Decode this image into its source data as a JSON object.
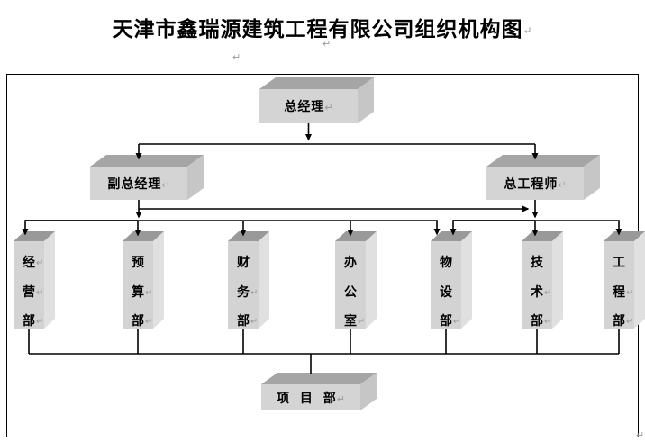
{
  "document": {
    "title": "天津市鑫瑞源建筑工程有限公司组织机构图"
  },
  "marks": {
    "pilcrow": "↵"
  },
  "colors": {
    "background": "#ffffff",
    "box_front": "#d4d4d4",
    "box_top": "#a0a0a0",
    "box_side": "#c9c9c9",
    "line": "#000000",
    "border": "#000000",
    "formatting_mark": "#9a9a9a",
    "text": "#000000"
  },
  "nodes": {
    "gm": {
      "label": "总经理"
    },
    "dgm": {
      "label": "副总经理"
    },
    "ce": {
      "label": "总工程师"
    },
    "dept_business": {
      "name": "经营部",
      "lines": [
        {
          "t": "经",
          "m": true
        },
        {
          "t": "营",
          "m": true
        },
        {
          "t": "部",
          "m": true
        }
      ]
    },
    "dept_budget": {
      "name": "预算部",
      "lines": [
        {
          "t": "预",
          "m": false
        },
        {
          "t": "算",
          "m": true
        },
        {
          "t": "部",
          "m": true
        }
      ]
    },
    "dept_finance": {
      "name": "财务部",
      "lines": [
        {
          "t": "财",
          "m": false
        },
        {
          "t": "务",
          "m": true
        },
        {
          "t": "部",
          "m": true
        }
      ]
    },
    "dept_office": {
      "name": "办公室",
      "lines": [
        {
          "t": "办",
          "m": false
        },
        {
          "t": "公",
          "m": false
        },
        {
          "t": "室",
          "m": true
        }
      ]
    },
    "dept_materials": {
      "name": "物设部",
      "lines": [
        {
          "t": "物",
          "m": false
        },
        {
          "t": "设",
          "m": false
        },
        {
          "t": "部",
          "m": true
        }
      ]
    },
    "dept_technology": {
      "name": "技术部",
      "lines": [
        {
          "t": "技",
          "m": false
        },
        {
          "t": "术",
          "m": true
        },
        {
          "t": "部",
          "m": true
        }
      ]
    },
    "dept_engineering": {
      "name": "工程部",
      "lines": [
        {
          "t": "工",
          "m": false
        },
        {
          "t": "程",
          "m": true
        },
        {
          "t": "部",
          "m": true
        }
      ]
    },
    "project": {
      "label": "项 目 部"
    }
  },
  "org_chart": {
    "type": "org-hierarchy",
    "root": "总经理",
    "level2": [
      "副总经理",
      "总工程师"
    ],
    "departments": [
      "经营部",
      "预算部",
      "财务部",
      "办公室",
      "物设部",
      "技术部",
      "工程部"
    ],
    "bottom": "项目部",
    "edges": [
      [
        "总经理",
        "副总经理"
      ],
      [
        "总经理",
        "总工程师"
      ],
      [
        "副总经理",
        "总工程师"
      ],
      [
        "副总经理",
        "经营部"
      ],
      [
        "副总经理",
        "预算部"
      ],
      [
        "副总经理",
        "财务部"
      ],
      [
        "副总经理",
        "办公室"
      ],
      [
        "副总经理",
        "物设部"
      ],
      [
        "总工程师",
        "物设部"
      ],
      [
        "总工程师",
        "技术部"
      ],
      [
        "总工程师",
        "工程部"
      ],
      [
        "经营部",
        "项目部"
      ],
      [
        "预算部",
        "项目部"
      ],
      [
        "财务部",
        "项目部"
      ],
      [
        "办公室",
        "项目部"
      ],
      [
        "物设部",
        "项目部"
      ],
      [
        "技术部",
        "项目部"
      ],
      [
        "工程部",
        "项目部"
      ]
    ]
  }
}
